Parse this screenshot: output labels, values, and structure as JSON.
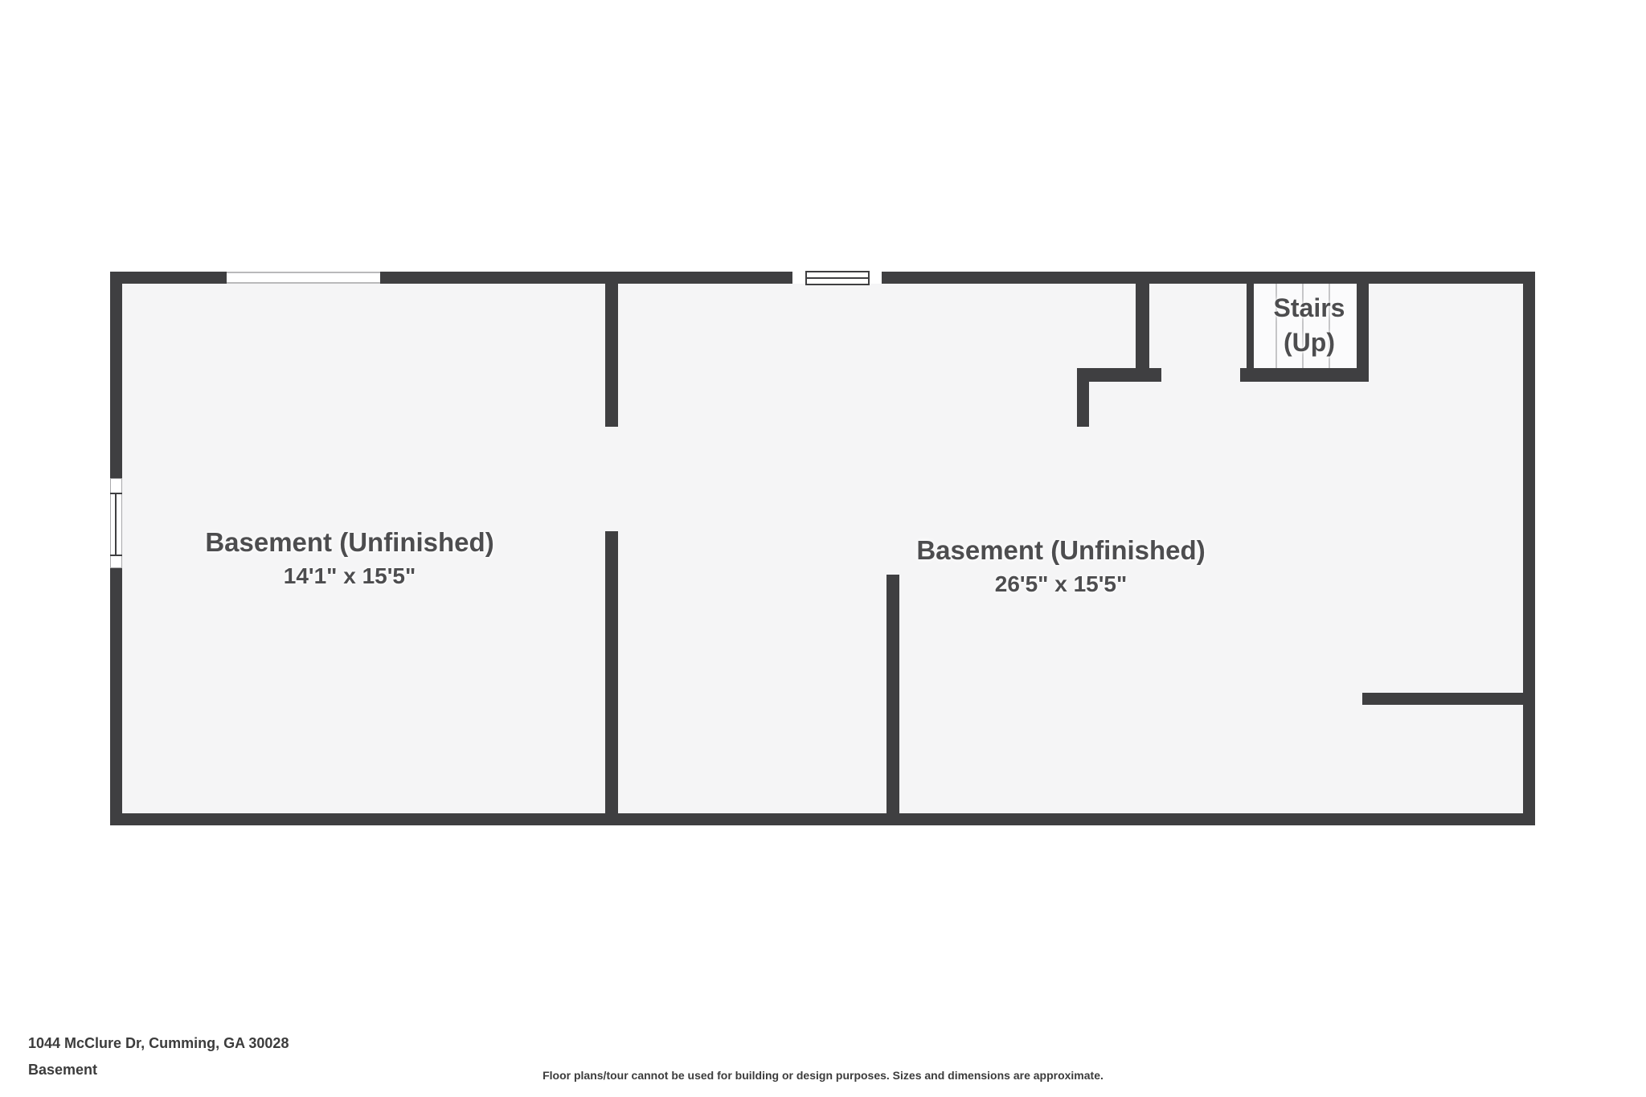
{
  "plan": {
    "rooms": [
      {
        "name": "Basement (Unfinished)",
        "dimensions": "14'1\" x 15'5\""
      },
      {
        "name": "Basement (Unfinished)",
        "dimensions": "26'5\" x 15'5\""
      }
    ],
    "stairs": {
      "line1": "Stairs",
      "line2": "(Up)"
    }
  },
  "footer": {
    "address": "1044 McClure Dr, Cumming, GA 30028",
    "floor_name": "Basement",
    "disclaimer": "Floor plans/tour cannot be used for building or design purposes. Sizes and dimensions are approximate."
  },
  "colors": {
    "wall": "#3f3f41",
    "floor": "#f5f5f6",
    "stairs_floor": "#fbfbfc",
    "tread": "#c6c6c8",
    "window_line": "#b9b9bb",
    "window_border": "#a9a9ab",
    "label": "#4d4d4f",
    "footer": "#3c3c3c",
    "page": "#ffffff"
  }
}
